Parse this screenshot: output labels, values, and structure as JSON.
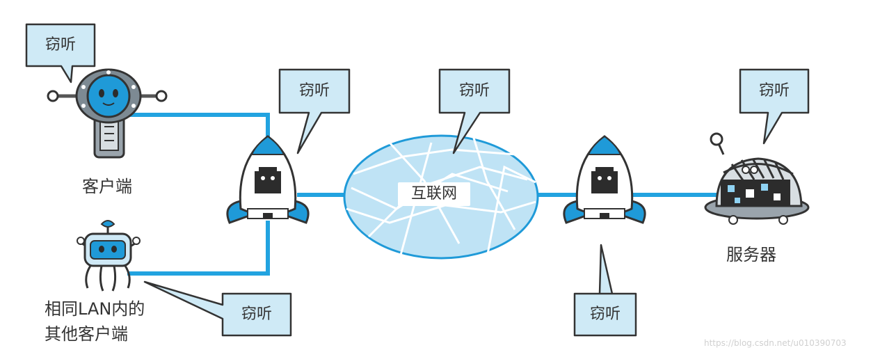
{
  "nodes": {
    "client": {
      "label": "客户端"
    },
    "lan_client": {
      "label_line1": "相同LAN内的",
      "label_line2": "其他客户端"
    },
    "internet": {
      "label": "互联网"
    },
    "server": {
      "label": "服务器"
    }
  },
  "bubbles": {
    "client": "窃听",
    "router_left": "窃听",
    "internet": "窃听",
    "server": "窃听",
    "lan_client": "窃听",
    "router_right": "窃听"
  },
  "watermark": "https://blog.csdn.net/u010390703",
  "colors": {
    "connection_line": "#22a3e0",
    "bubble_fill": "#cfeaf6",
    "bubble_stroke": "#333333",
    "internet_fill": "#bfe3f5",
    "internet_stroke": "#1f9ad8",
    "robot_blue": "#1f9ad8",
    "robot_light_blue": "#8fd2f2",
    "robot_dark": "#2c2c2c",
    "robot_gray": "#9aa4ac"
  },
  "icons": {
    "client": "round-head-robot-icon",
    "lan_client": "antenna-robot-icon",
    "router_left": "rocket-router-icon",
    "router_right": "rocket-router-icon",
    "server": "dome-robot-server-icon"
  }
}
